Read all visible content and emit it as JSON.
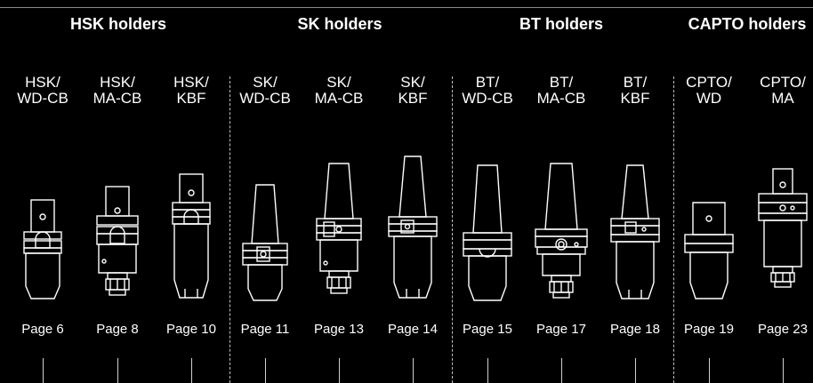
{
  "groups": [
    {
      "title": "HSK holders"
    },
    {
      "title": "SK holders"
    },
    {
      "title": "BT holders"
    },
    {
      "title": "CAPTO holders"
    }
  ],
  "items": [
    {
      "label": "HSK/\nWD-CB",
      "page": "Page 6",
      "icon": "hsk-wd-cb-holder-icon"
    },
    {
      "label": "HSK/\nMA-CB",
      "page": "Page 8",
      "icon": "hsk-ma-cb-holder-icon"
    },
    {
      "label": "HSK/\nKBF",
      "page": "Page 10",
      "icon": "hsk-kbf-holder-icon"
    },
    {
      "label": "SK/\nWD-CB",
      "page": "Page 11",
      "icon": "sk-wd-cb-holder-icon"
    },
    {
      "label": "SK/\nMA-CB",
      "page": "Page 13",
      "icon": "sk-ma-cb-holder-icon"
    },
    {
      "label": "SK/\nKBF",
      "page": "Page 14",
      "icon": "sk-kbf-holder-icon"
    },
    {
      "label": "BT/\nWD-CB",
      "page": "Page 15",
      "icon": "bt-wd-cb-holder-icon"
    },
    {
      "label": "BT/\nMA-CB",
      "page": "Page 17",
      "icon": "bt-ma-cb-holder-icon"
    },
    {
      "label": "BT/\nKBF",
      "page": "Page 18",
      "icon": "bt-kbf-holder-icon"
    },
    {
      "label": "CPTO/\nWD",
      "page": "Page 19",
      "icon": "capto-wd-holder-icon"
    },
    {
      "label": "CPTO/\nMA",
      "page": "Page 23",
      "icon": "capto-ma-holder-icon"
    }
  ],
  "colors": {
    "background": "#000000",
    "foreground": "#ffffff"
  }
}
